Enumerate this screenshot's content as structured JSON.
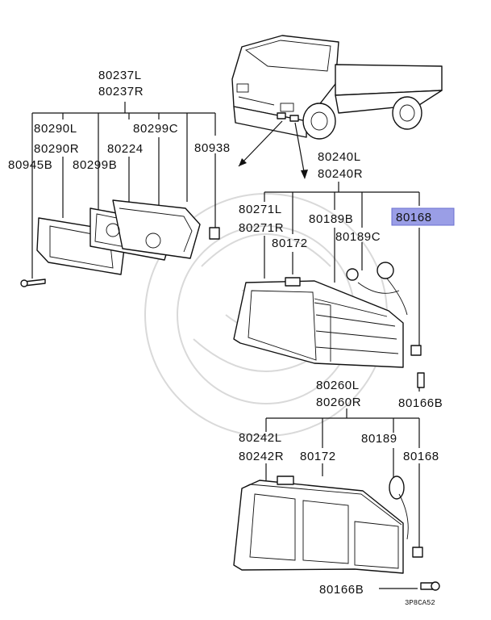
{
  "diagram": {
    "highlight_color": "#9a9ee6",
    "code": "3P8CA52",
    "labels": {
      "p80237l": "80237L",
      "p80237r": "80237R",
      "p80290l": "80290L",
      "p80290r": "80290R",
      "p80299c": "80299C",
      "p80224": "80224",
      "p80938": "80938",
      "p80945b": "80945B",
      "p80299b": "80299B",
      "p80240l": "80240L",
      "p80240r": "80240R",
      "p80271l": "80271L",
      "p80271r": "80271R",
      "p80189b": "80189B",
      "p80168_hl": "80168",
      "p80172_top": "80172",
      "p80189c": "80189C",
      "p80166b_top": "80166B",
      "p80260l": "80260L",
      "p80260r": "80260R",
      "p80242l": "80242L",
      "p80242r": "80242R",
      "p80172_bot": "80172",
      "p80189": "80189",
      "p80168_bot": "80168",
      "p80166b_bot": "80166B"
    }
  }
}
